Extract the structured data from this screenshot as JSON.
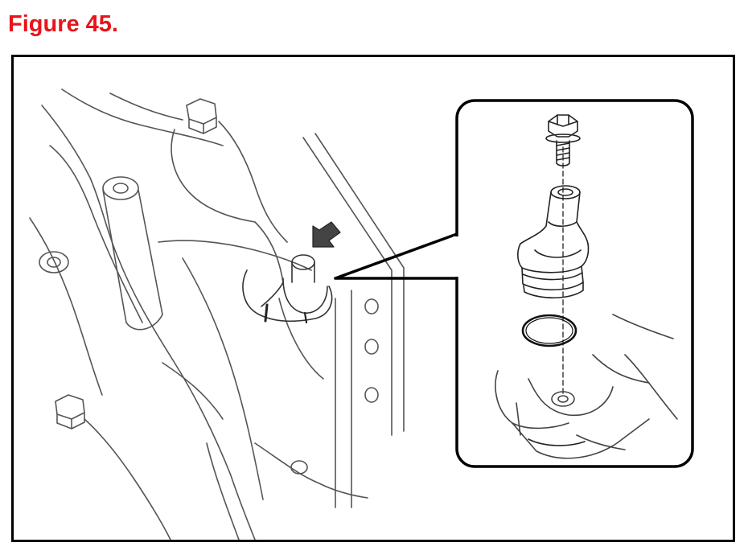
{
  "figure": {
    "title": "Figure 45."
  },
  "colors": {
    "title": "#e8141b",
    "line": "#000000",
    "sketch": "#555555"
  },
  "parts": {
    "bolt": "flange-bolt",
    "fitting": "filler-tube-fitting",
    "oring": "o-ring",
    "indicator": "arrow-pointer"
  }
}
